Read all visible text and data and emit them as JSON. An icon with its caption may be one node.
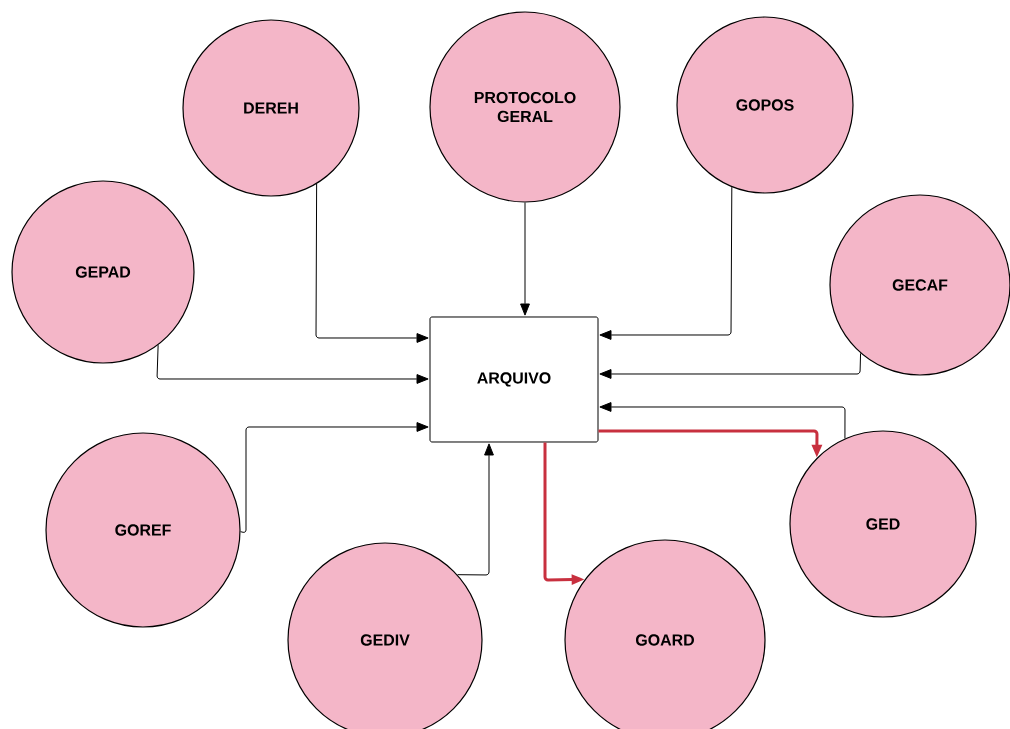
{
  "diagram": {
    "nodes": [
      {
        "text": [
          "DEREH"
        ]
      },
      {
        "text": [
          "PROTOCOLO GERAL"
        ]
      },
      {
        "text": [
          "GOPOS"
        ]
      },
      {
        "text": [
          "GEPAD"
        ]
      },
      {
        "text": [
          "GECAF"
        ]
      },
      {
        "text": [
          "ARQUIVO"
        ]
      },
      {
        "text": [
          "GOREF"
        ]
      },
      {
        "text": [
          "GED"
        ]
      },
      {
        "text": [
          "GEDIV"
        ]
      },
      {
        "text": [
          "GOARD"
        ]
      }
    ],
    "edges": [
      {
        "from": 0,
        "to": 5,
        "arrow": "to"
      },
      {
        "from": 1,
        "to": 5,
        "arrow": "to"
      },
      {
        "from": 2,
        "to": 5,
        "arrow": "to"
      },
      {
        "from": 3,
        "to": 5,
        "arrow": "to"
      },
      {
        "from": 4,
        "to": 5,
        "arrow": "to"
      },
      {
        "from": 6,
        "to": 5,
        "arrow": "to"
      },
      {
        "from": 8,
        "to": 5,
        "arrow": "to"
      },
      {
        "from": 7,
        "to": 5,
        "arrow": "to"
      },
      {
        "from": 5,
        "to": 7,
        "arrow": "to",
        "style": "thick",
        "color": "#c8303f"
      },
      {
        "from": 5,
        "to": 9,
        "arrow": "to",
        "style": "thick",
        "color": "#c8303f"
      }
    ]
  }
}
